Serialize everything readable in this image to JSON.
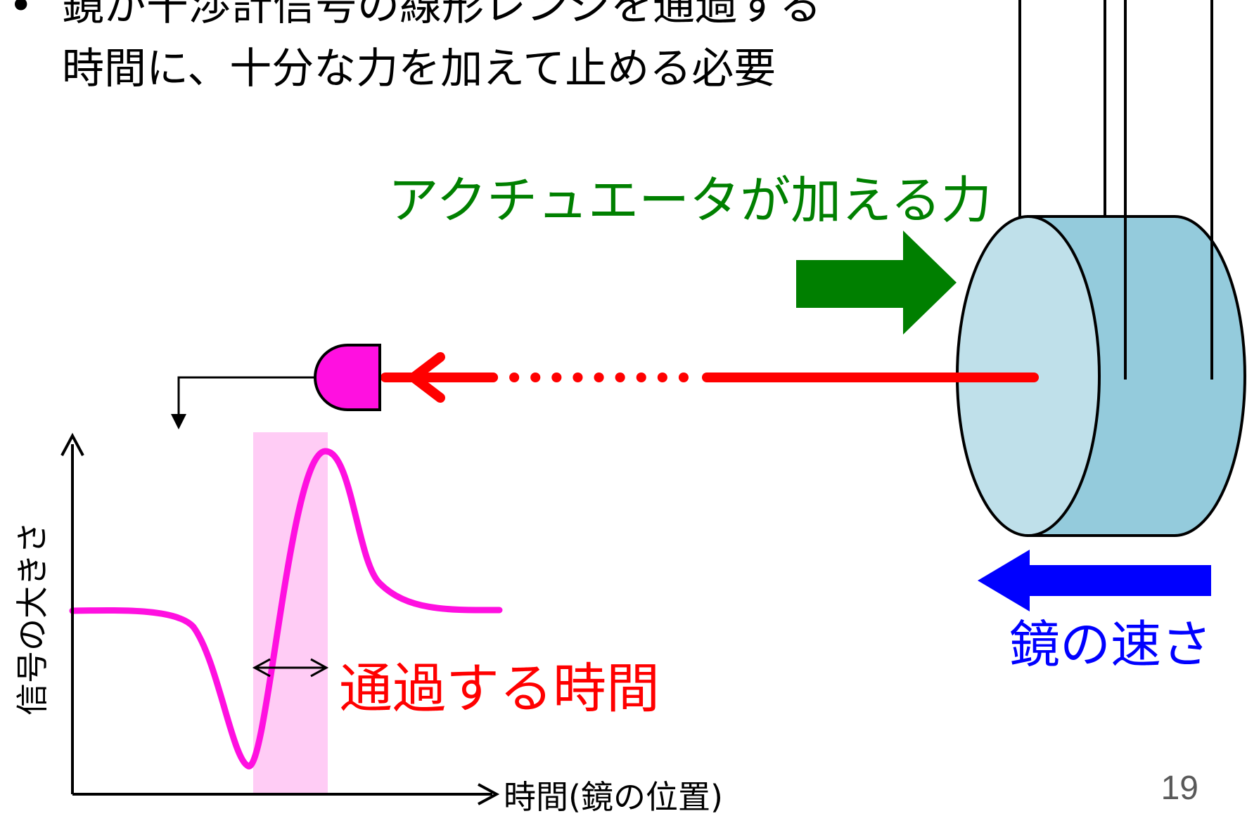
{
  "bullet": {
    "marker": "•",
    "line1": "鏡が干渉計信号の線形レンジを通過する",
    "line2": "時間に、十分な力を加えて止める必要"
  },
  "labels": {
    "actuator_force": "アクチュエータが加える力",
    "mirror_speed": "鏡の速さ",
    "transit_time": "通過する時間",
    "y_axis": "信号の大きさ",
    "x_axis": "時間(鏡の位置)"
  },
  "page_number": "19",
  "colors": {
    "force_arrow": "#007f00",
    "speed_arrow": "#0000ff",
    "laser_beam": "#ff0000",
    "photodetector": "#ff10e0",
    "signal_curve": "#ff10e0",
    "transit_band": "#ffccf5",
    "mirror_front": "#bfe0ea",
    "mirror_side": "#94cbdc"
  },
  "icons": {
    "photodetector": "photodetector-icon",
    "mirror": "mirror-icon"
  }
}
